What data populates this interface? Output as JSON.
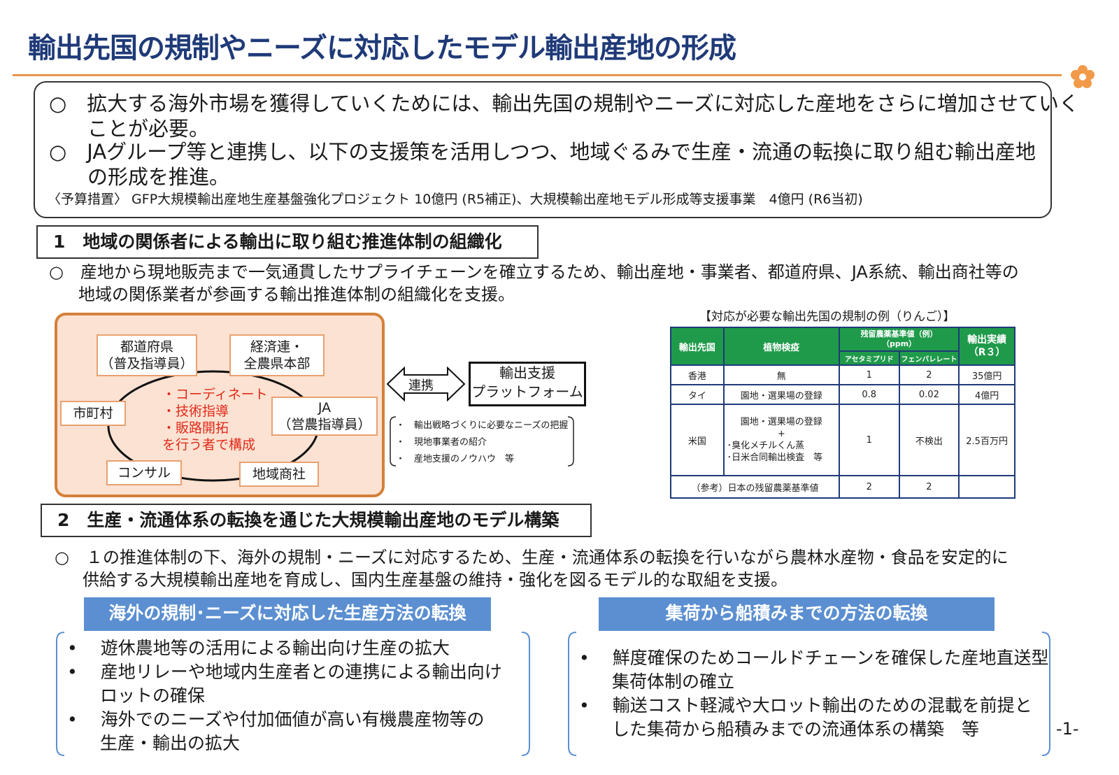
{
  "header": {
    "title": "輸出先国の規制やニーズに対応したモデル輸出産地の形成"
  },
  "intro": {
    "lines": [
      "○　拡大する海外市場を獲得していくためには、輸出先国の規制やニーズに対応した産地をさらに増加させていく",
      "ことが必要。",
      "○　JAグループ等と連携し、以下の支援策を活用しつつ、地域ぐるみで生産・流通の転換に取り組む輸出産地",
      "の形成を推進。"
    ],
    "budget": "〈予算措置〉 GFP大規模輸出産地生産基盤強化プロジェクト 10億円 (R5補正)、大規模輸出産地モデル形成等支援事業　4億円 (R6当初)"
  },
  "section1": {
    "heading": "1　地域の関係者による輸出に取り組む推進体制の組織化",
    "lines": [
      "○　産地から現地販売まで一気通貫したサプライチェーンを確立するため、輸出産地・事業者、都道府県、JA系統、輸出商社等の",
      "地域の関係業者が参画する輸出推進体制の組織化を支援。"
    ],
    "diagram": {
      "nodes": {
        "prefecture": [
          "都道府県",
          "（普及指導員）"
        ],
        "zennoh": [
          "経済連・",
          "全農県本部"
        ],
        "municipality": [
          "市町村"
        ],
        "ja": [
          "JA",
          "（営農指導員）"
        ],
        "consultant": [
          "コンサル"
        ],
        "trader": [
          "地域商社"
        ]
      },
      "roles": [
        "・コーディネート",
        "・技術指導",
        "・販路開拓",
        "を行う者で構成"
      ],
      "link_label": "連携",
      "platform": [
        "輸出支援",
        "プラットフォーム"
      ],
      "platform_items": [
        "・　輸出戦略づくりに必要なニーズの把握",
        "・　現地事業者の紹介",
        "・　産地支援のノウハウ　等"
      ]
    },
    "table": {
      "title": "【対応が必要な輸出先国の規制の例（りんご）】",
      "headers": {
        "country": "輸出先国",
        "inspection": "植物検疫",
        "residue": "残留農薬基準値（例）",
        "residue_unit": "（ppm）",
        "acetamiprid": "アセタミプリド",
        "fenpyroximate": "フェンバレレート",
        "exports": "輸出実績",
        "exports_year": "（R３）"
      },
      "rows": [
        {
          "country": "香港",
          "inspection": "無",
          "a": "1",
          "b": "2",
          "exports": "35億円"
        },
        {
          "country": "タイ",
          "inspection": "園地・選果場の登録",
          "a": "0.8",
          "b": "0.02",
          "exports": "4億円"
        }
      ],
      "us_row": {
        "country": "米国",
        "inspection": [
          "園地・選果場の登録",
          "+",
          "･臭化メチルくん蒸",
          "･日米合同輸出検査　等"
        ],
        "a": "1",
        "b": "不検出",
        "exports": "2.5百万円"
      },
      "ref_row": {
        "label": "（参考）日本の残留農薬基準値",
        "a": "2",
        "b": "2",
        "exports": ""
      }
    }
  },
  "section2": {
    "heading": "2　生産・流通体系の転換を通じた大規模輸出産地のモデル構築",
    "lines": [
      "○　１の推進体制の下、海外の規制・ニーズに対応するため、生産・流通体系の転換を行いながら農林水産物・食品を安定的に",
      "供給する大規模輸出産地を育成し、国内生産基盤の維持・強化を図るモデル的な取組を支援。"
    ],
    "left_panel": {
      "heading": "海外の規制･ニーズに対応した生産方法の転換",
      "bullets": [
        [
          "遊休農地等の活用による輸出向け生産の拡大"
        ],
        [
          "産地リレーや地域内生産者との連携による輸出向け",
          "ロットの確保"
        ],
        [
          "海外でのニーズや付加価値が高い有機農産物等の",
          "生産・輸出の拡大"
        ]
      ]
    },
    "right_panel": {
      "heading": "集荷から船積みまでの方法の転換",
      "bullets": [
        [
          "鮮度確保のためコールドチェーンを確保した産地直送型",
          "集荷体制の確立"
        ],
        [
          "輸送コスト軽減や大ロット輸出のための混載を前提と",
          "した集荷から船積みまでの流通体系の構築　等"
        ]
      ]
    }
  },
  "footer": {
    "page_number": "-1-"
  },
  "colors": {
    "title": "#1f3a78",
    "accent_rule": "#e8944a",
    "table_header": "#1f9a4a",
    "panel_header": "#5b8fd1",
    "highlight_text": "#e22a1a"
  }
}
